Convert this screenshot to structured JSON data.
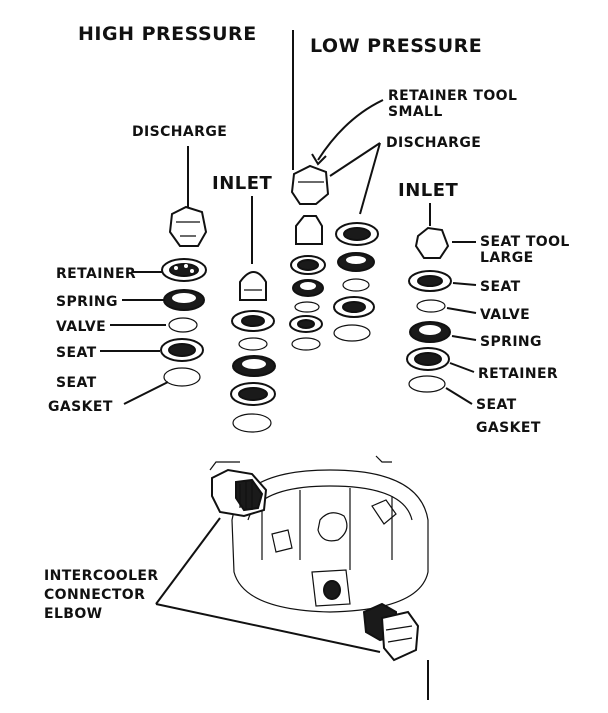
{
  "headings": {
    "high_pressure": "HIGH PRESSURE",
    "low_pressure": "LOW PRESSURE"
  },
  "high_pressure": {
    "discharge": "DISCHARGE",
    "inlet": "INLET",
    "retainer": "RETAINER",
    "spring": "SPRING",
    "valve": "VALVE",
    "seat": "SEAT",
    "seat_gasket_line1": "SEAT",
    "seat_gasket_line2": "GASKET"
  },
  "low_pressure": {
    "retainer_tool_line1": "RETAINER TOOL",
    "retainer_tool_line2": "SMALL",
    "discharge": "DISCHARGE",
    "inlet": "INLET",
    "seat_tool_line1": "SEAT TOOL",
    "seat_tool_line2": "LARGE",
    "seat": "SEAT",
    "valve": "VALVE",
    "spring": "SPRING",
    "retainer": "RETAINER",
    "seat_gasket_line1": "SEAT",
    "seat_gasket_line2": "GASKET"
  },
  "intercooler": {
    "line1": "INTERCOOLER",
    "line2": "CONNECTOR",
    "line3": "ELBOW"
  }
}
